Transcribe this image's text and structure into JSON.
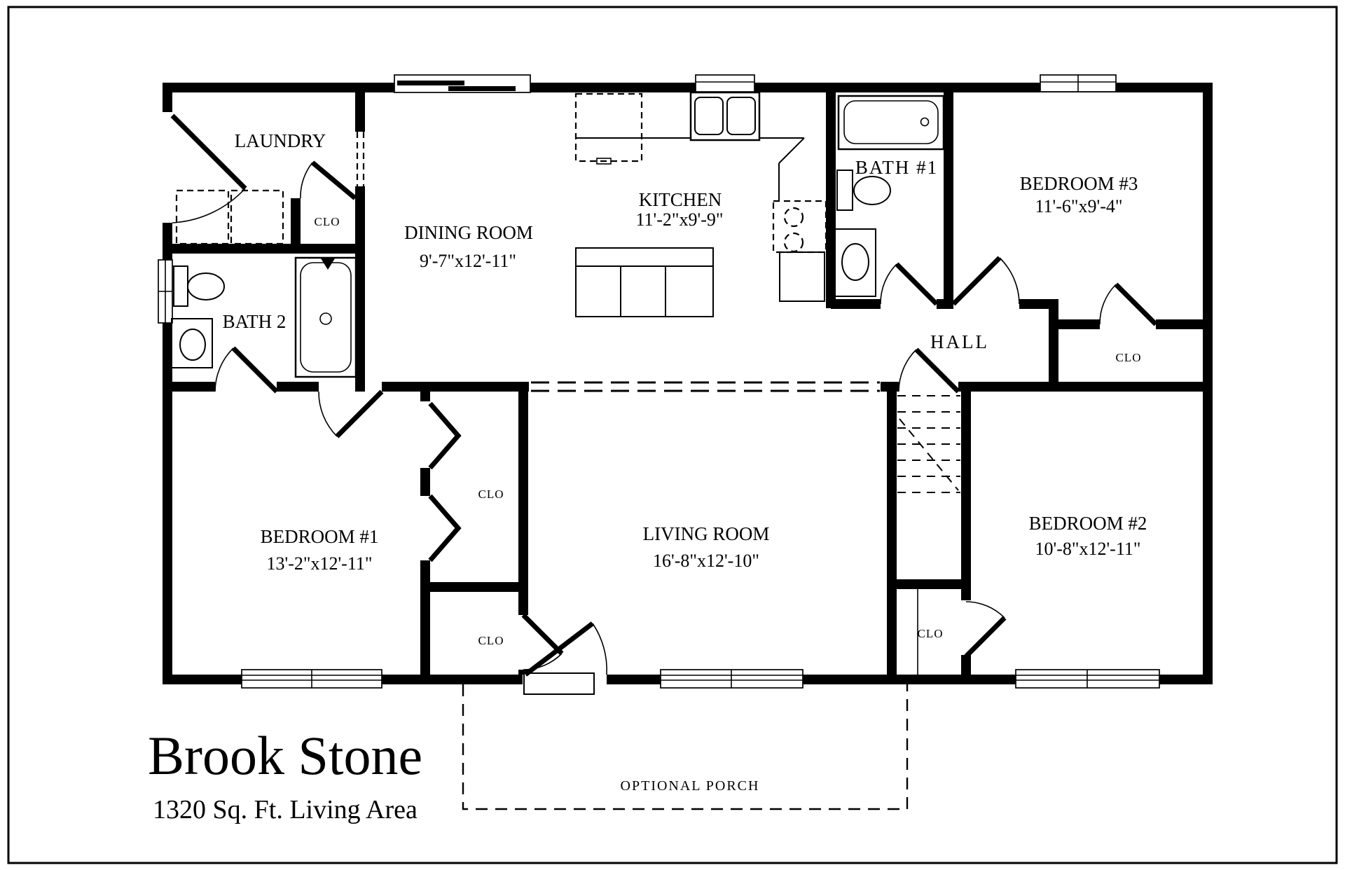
{
  "title": {
    "name": "Brook Stone",
    "area": "1320 Sq. Ft. Living Area"
  },
  "rooms": {
    "laundry": {
      "label": "LAUNDRY"
    },
    "dining": {
      "label": "DINING ROOM",
      "dims": "9'-7\"x12'-11\""
    },
    "kitchen": {
      "label": "KITCHEN",
      "dims": "11'-2\"x9'-9\""
    },
    "bath1": {
      "label": "BATH #1"
    },
    "bath2": {
      "label": "BATH 2"
    },
    "bedroom3": {
      "label": "BEDROOM #3",
      "dims": "11'-6\"x9'-4\""
    },
    "bedroom1": {
      "label": "BEDROOM #1",
      "dims": "13'-2\"x12'-11\""
    },
    "bedroom2": {
      "label": "BEDROOM #2",
      "dims": "10'-8\"x12'-11\""
    },
    "living": {
      "label": "LIVING ROOM",
      "dims": "16'-8\"x12'-10\""
    },
    "hall": {
      "label": "HALL"
    },
    "porch": {
      "label": "OPTIONAL PORCH"
    }
  },
  "closet": {
    "label": "CLO"
  },
  "colors": {
    "ink": "#000000",
    "paper": "#ffffff"
  }
}
